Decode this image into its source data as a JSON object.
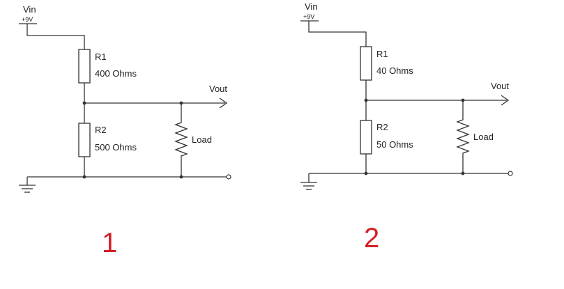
{
  "circuits": [
    {
      "vin_label": "Vin",
      "vin_value": "+9V",
      "r1_name": "R1",
      "r1_value": "400 Ohms",
      "r2_name": "R2",
      "r2_value": "500 Ohms",
      "vout_label": "Vout",
      "load_label": "Load",
      "number": "1"
    },
    {
      "vin_label": "Vin",
      "vin_value": "+9V",
      "r1_name": "R1",
      "r1_value": "40 Ohms",
      "r2_name": "R2",
      "r2_value": "50 Ohms",
      "vout_label": "Vout",
      "load_label": "Load",
      "number": "2"
    }
  ]
}
